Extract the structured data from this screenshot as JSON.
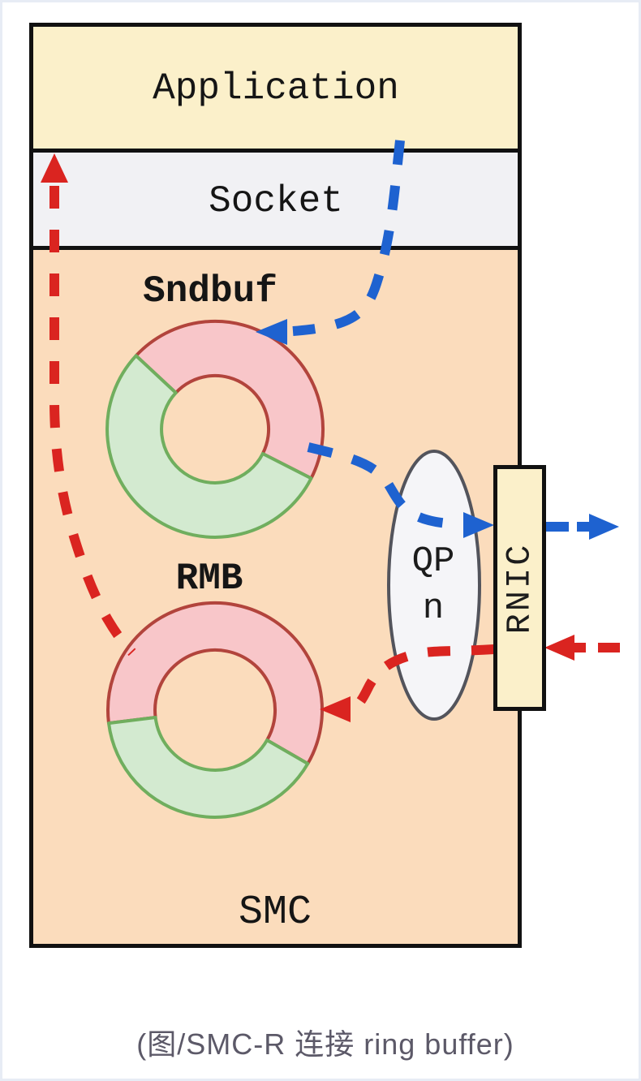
{
  "diagram": {
    "application_label": "Application",
    "socket_label": "Socket",
    "smc_label": "SMC",
    "qp_label_line1": "QP",
    "qp_label_line2": "n",
    "rnic_label": "RNIC"
  },
  "rings": [
    {
      "label": "Sndbuf",
      "segments": [
        {
          "name": "used",
          "fill": "#f8c6c9",
          "stroke": "#b2443c"
        },
        {
          "name": "free",
          "fill": "#d3ead0",
          "stroke": "#70ae5e"
        }
      ]
    },
    {
      "label": "RMB",
      "segments": [
        {
          "name": "used",
          "fill": "#f8c6c9",
          "stroke": "#b2443c"
        },
        {
          "name": "free",
          "fill": "#d3ead0",
          "stroke": "#70ae5e"
        }
      ]
    }
  ],
  "flows": [
    {
      "name": "send-path",
      "color": "#1e62d0"
    },
    {
      "name": "receive-path",
      "color": "#da2420"
    }
  ],
  "colors": {
    "ring_pink": "#f8c6c9",
    "ring_pink_stroke": "#b2443c",
    "ring_green": "#d3ead0",
    "ring_green_stroke": "#70ae5e",
    "blue_arrow": "#1e62d0",
    "red_arrow": "#da2420",
    "qp_fill": "#f5f5f8",
    "qp_stroke": "#53545c",
    "box_cream": "#fbf0ca",
    "box_gray": "#f1f1f4",
    "box_peach": "#fbdcbc"
  },
  "caption": {
    "text": "(图/SMC-R 连接 ring buffer)"
  }
}
